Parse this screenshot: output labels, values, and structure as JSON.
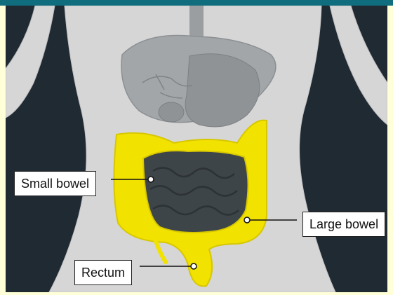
{
  "labels": {
    "small_bowel": "Small bowel",
    "large_bowel": "Large bowel",
    "rectum": "Rectum"
  },
  "colors": {
    "header_bar": "#0f6d7e",
    "background": "#202a33",
    "body": "#d6d6d6",
    "organs": "#9a9ea1",
    "small_bowel": "#3e4549",
    "large_bowel": "#f2e200",
    "page_border": "#ffffd8"
  }
}
